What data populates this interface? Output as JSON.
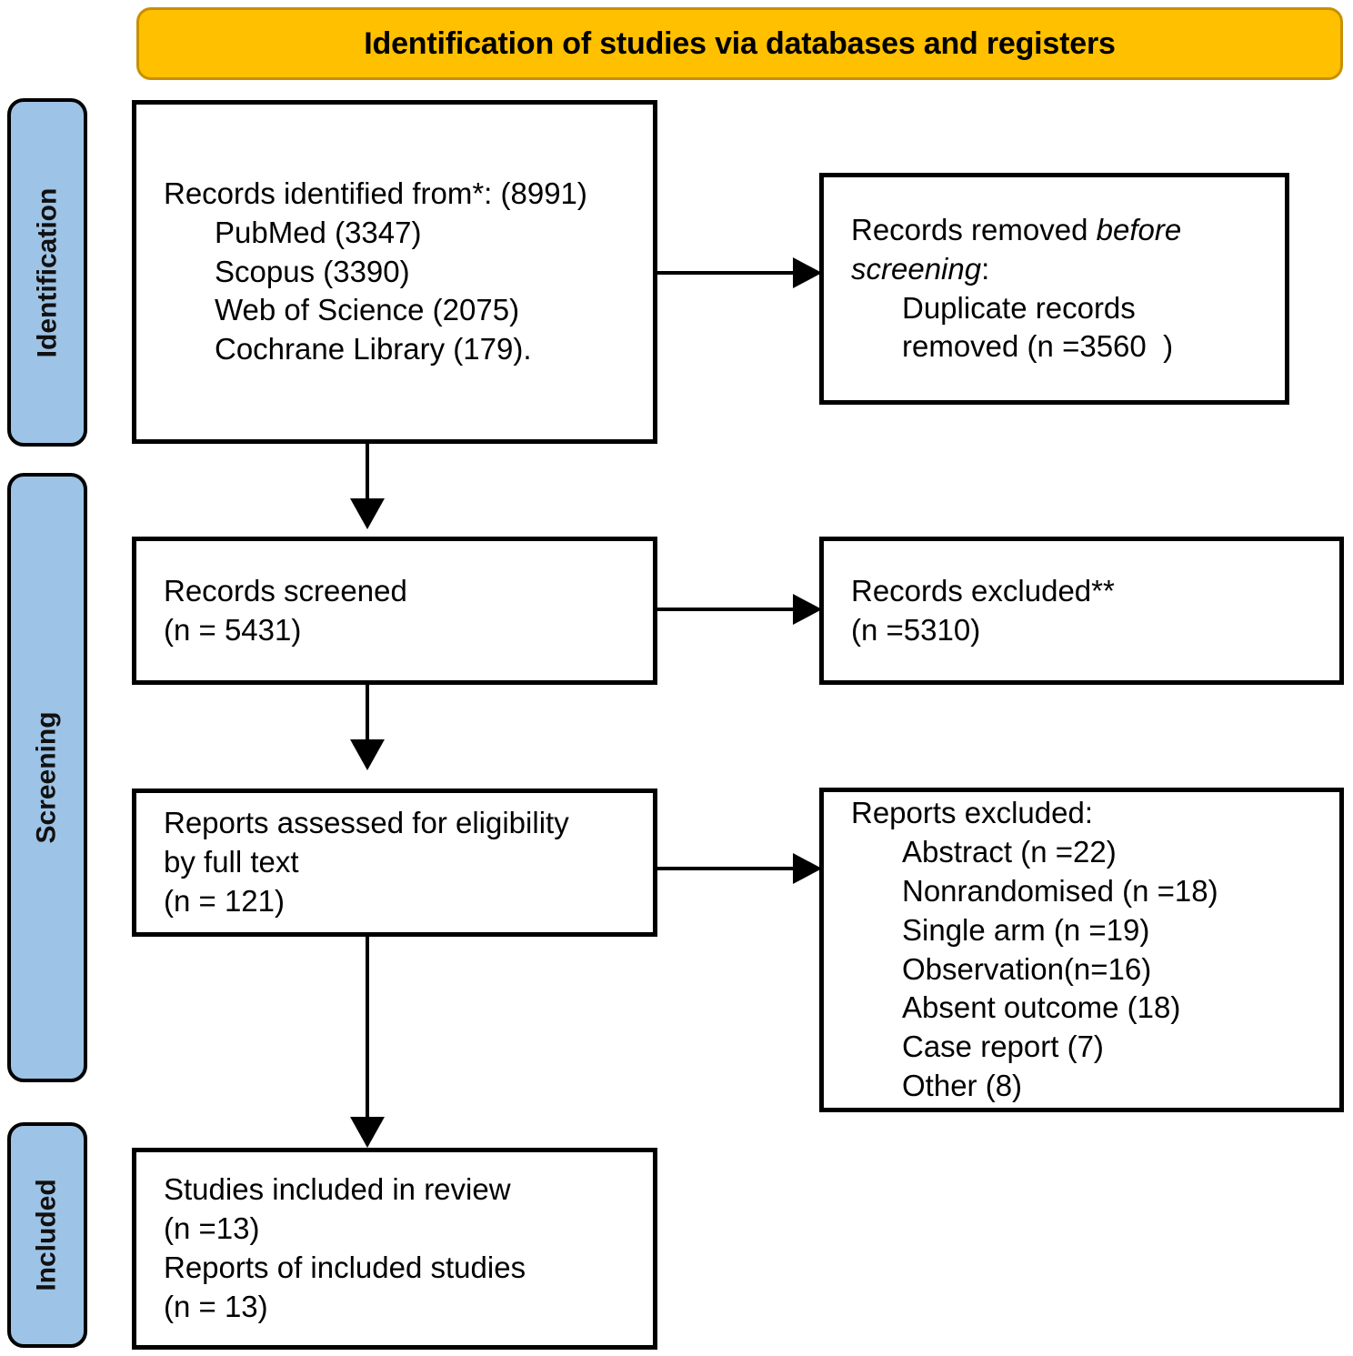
{
  "banner": {
    "title": "Identification of studies via databases and registers",
    "fill_color": "#FFC000",
    "border_color": "#C89000"
  },
  "stages": [
    {
      "id": "identification",
      "label": "Identification",
      "fill_color": "#9DC3E6"
    },
    {
      "id": "screening",
      "label": "Screening",
      "fill_color": "#9DC3E6"
    },
    {
      "id": "included",
      "label": "Included",
      "fill_color": "#9DC3E6"
    }
  ],
  "boxes": {
    "records_identified": {
      "lines": [
        "Records identified from*: (8991)",
        "PubMed (3347)",
        "Scopus (3390)",
        "Web of Science (2075)",
        "Cochrane Library (179)."
      ]
    },
    "records_removed": {
      "line1_prefix": "Records removed ",
      "line1_italic": "before",
      "line2_italic": "screening",
      "line2_suffix": ":",
      "line3": "Duplicate records",
      "line4": "removed (n =3560  )"
    },
    "records_screened": {
      "line1": "Records screened",
      "line2": "(n = 5431)"
    },
    "records_excluded": {
      "line1": "Records excluded**",
      "line2": "(n =5310)"
    },
    "reports_assessed": {
      "line1": "Reports assessed for eligibility",
      "line2": "by full text",
      "line3": "(n = 121)"
    },
    "reports_excluded": {
      "heading": "Reports excluded:",
      "reasons": [
        "Abstract (n =22)",
        "Nonrandomised (n =18)",
        "Single arm (n =19)",
        "Observation(n=16)",
        "Absent outcome (18)",
        "Case report (7)",
        "Other (8)"
      ]
    },
    "studies_included": {
      "line1": "Studies included in review",
      "line2": "(n =13)",
      "line3": "Reports of included studies",
      "line4": "(n = 13)"
    }
  },
  "chart_data": {
    "type": "diagram",
    "title": "Identification of studies via databases and registers",
    "nodes": [
      {
        "id": "records_identified",
        "stage": "Identification",
        "total": 8991,
        "sources": [
          {
            "name": "PubMed",
            "count": 3347
          },
          {
            "name": "Scopus",
            "count": 3390
          },
          {
            "name": "Web of Science",
            "count": 2075
          },
          {
            "name": "Cochrane Library",
            "count": 179
          }
        ]
      },
      {
        "id": "records_removed",
        "stage": "Identification",
        "duplicates_removed": 3560
      },
      {
        "id": "records_screened",
        "stage": "Screening",
        "n": 5431
      },
      {
        "id": "records_excluded",
        "stage": "Screening",
        "n": 5310
      },
      {
        "id": "reports_assessed",
        "stage": "Screening",
        "n": 121
      },
      {
        "id": "reports_excluded",
        "stage": "Screening",
        "reasons": [
          {
            "reason": "Abstract",
            "n": 22
          },
          {
            "reason": "Nonrandomised",
            "n": 18
          },
          {
            "reason": "Single arm",
            "n": 19
          },
          {
            "reason": "Observation",
            "n": 16
          },
          {
            "reason": "Absent outcome",
            "n": 18
          },
          {
            "reason": "Case report",
            "n": 7
          },
          {
            "reason": "Other",
            "n": 8
          }
        ]
      },
      {
        "id": "studies_included",
        "stage": "Included",
        "studies": 13,
        "reports": 13
      }
    ],
    "edges": [
      {
        "from": "records_identified",
        "to": "records_removed"
      },
      {
        "from": "records_identified",
        "to": "records_screened"
      },
      {
        "from": "records_screened",
        "to": "records_excluded"
      },
      {
        "from": "records_screened",
        "to": "reports_assessed"
      },
      {
        "from": "reports_assessed",
        "to": "reports_excluded"
      },
      {
        "from": "reports_assessed",
        "to": "studies_included"
      }
    ]
  }
}
